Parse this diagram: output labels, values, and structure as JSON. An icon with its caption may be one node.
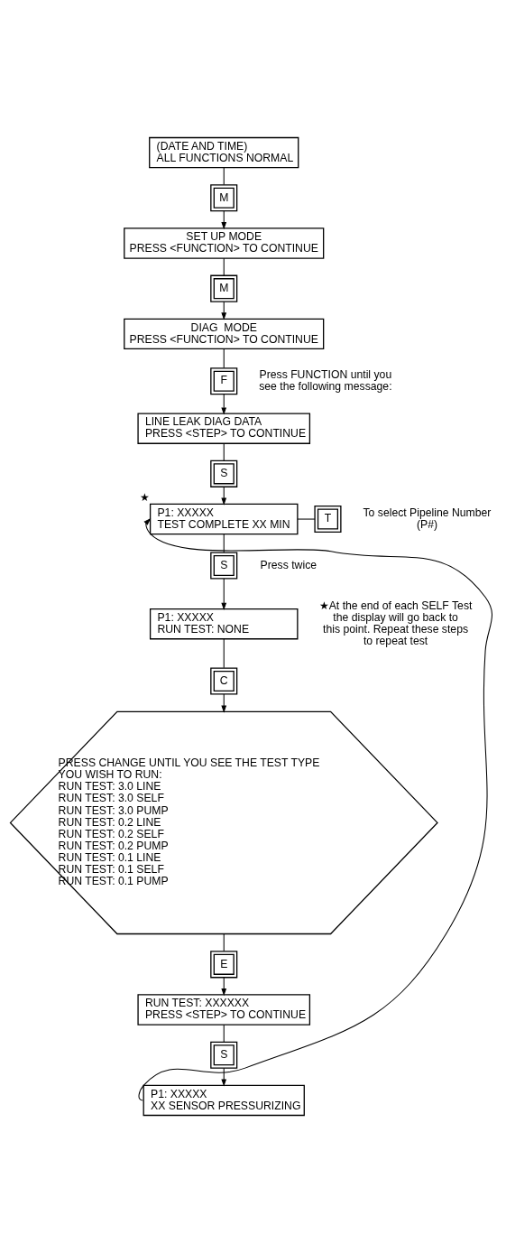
{
  "diagram": {
    "nodes": [
      {
        "text": [
          "(DATE AND TIME)",
          "ALL FUNCTIONS NORMAL"
        ]
      },
      {
        "text": [
          "M"
        ]
      },
      {
        "text": [
          "SET UP MODE",
          "PRESS <FUNCTION> TO CONTINUE"
        ]
      },
      {
        "text": [
          "M"
        ]
      },
      {
        "text": [
          "DIAG  MODE",
          "PRESS <FUNCTION> TO CONTINUE"
        ]
      },
      {
        "text": [
          "F"
        ],
        "beside": [
          "Press FUNCTION until you see the following message:"
        ]
      },
      {
        "text": [
          "LINE LEAK DIAG DATA",
          "PRESS <STEP> TO CONTINUE"
        ]
      },
      {
        "text": [
          "S"
        ]
      },
      {
        "text": [
          "P1: XXXXX",
          "TEST COMPLETE XX MIN"
        ],
        "beside": [
          "★"
        ]
      },
      {
        "text": [
          "T"
        ],
        "beside": [
          "To select Pipeline Number (P#)"
        ]
      },
      {
        "text": [
          "S"
        ],
        "beside": [
          "Press twice"
        ]
      },
      {
        "text": [
          "P1: XXXXX",
          "RUN TEST: NONE"
        ]
      },
      {
        "text": [
          "C"
        ]
      },
      {
        "text": [
          "PRESS CHANGE UNTIL YOU SEE THE TEST TYPE YOU WISH TO RUN:",
          "RUN TEST: 3.0 LINE",
          "RUN TEST: 3.0 SELF",
          "RUN TEST: 3.0 PUMP",
          "RUN TEST: 0.2 LINE",
          "RUN TEST: 0.2 SELF",
          "RUN TEST: 0.2 PUMP",
          "RUN TEST: 0.1 LINE",
          "RUN TEST: 0.1 SELF",
          "RUN TEST: 0.1 PUMP"
        ]
      },
      {
        "text": [
          "E"
        ]
      },
      {
        "text": [
          "RUN TEST: XXXXXX",
          "PRESS <STEP> TO CONTINUE"
        ]
      },
      {
        "text": [
          "S"
        ]
      },
      {
        "text": [
          "P1: XXXXX",
          "XX SENSOR PRESSURIZING"
        ]
      }
    ],
    "edges": [
      {
        "from": 0,
        "to": 1,
        "arrow": "none"
      },
      {
        "from": 1,
        "to": 2,
        "arrow": "to"
      },
      {
        "from": 2,
        "to": 3,
        "arrow": "none"
      },
      {
        "from": 3,
        "to": 4,
        "arrow": "to"
      },
      {
        "from": 4,
        "to": 5,
        "arrow": "none"
      },
      {
        "from": 5,
        "to": 6,
        "arrow": "to"
      },
      {
        "from": 6,
        "to": 7,
        "arrow": "none"
      },
      {
        "from": 7,
        "to": 8,
        "arrow": "to"
      },
      {
        "from": 8,
        "to": 9,
        "arrow": "none"
      },
      {
        "from": 8,
        "to": 10,
        "arrow": "none"
      },
      {
        "from": 10,
        "to": 11,
        "arrow": "to"
      },
      {
        "from": 11,
        "to": 12,
        "arrow": "none"
      },
      {
        "from": 12,
        "to": 13,
        "arrow": "to"
      },
      {
        "from": 13,
        "to": 14,
        "arrow": "none"
      },
      {
        "from": 14,
        "to": 15,
        "arrow": "to"
      },
      {
        "from": 15,
        "to": 16,
        "arrow": "none"
      },
      {
        "from": 16,
        "to": 17,
        "arrow": "to"
      },
      {
        "from": 17,
        "to": 8,
        "arrow": "to"
      }
    ],
    "labels": [
      "★At the end of each SELF Test the display will go back to this point. Repeat these steps to repeat test"
    ]
  }
}
